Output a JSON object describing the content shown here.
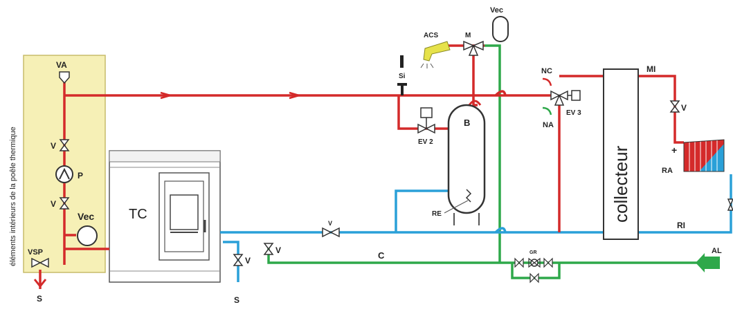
{
  "labels": {
    "side_note": "éléments intérieurs de la poêle thermique",
    "va": "VA",
    "v": "V",
    "p": "P",
    "vec": "Vec",
    "vsp": "VSP",
    "s": "S",
    "tc": "TC",
    "si": "Si",
    "acs": "ACS",
    "m": "M",
    "b": "B",
    "ev2": "EV 2",
    "ev3": "EV 3",
    "re": "RE",
    "nc": "NC",
    "na": "NA",
    "collecteur": "collecteur",
    "mi": "MI",
    "ra": "RA",
    "ri": "RI",
    "c": "C",
    "al": "AL",
    "gr": "GR",
    "plus": "+"
  },
  "colors": {
    "hot": "#d42a2a",
    "cold": "#2aa0d8",
    "green": "#2ea84a",
    "panel": "#f6f0b6",
    "panel_border": "#c7bc6a",
    "tap": "#e6e24a",
    "outline": "#333333"
  }
}
